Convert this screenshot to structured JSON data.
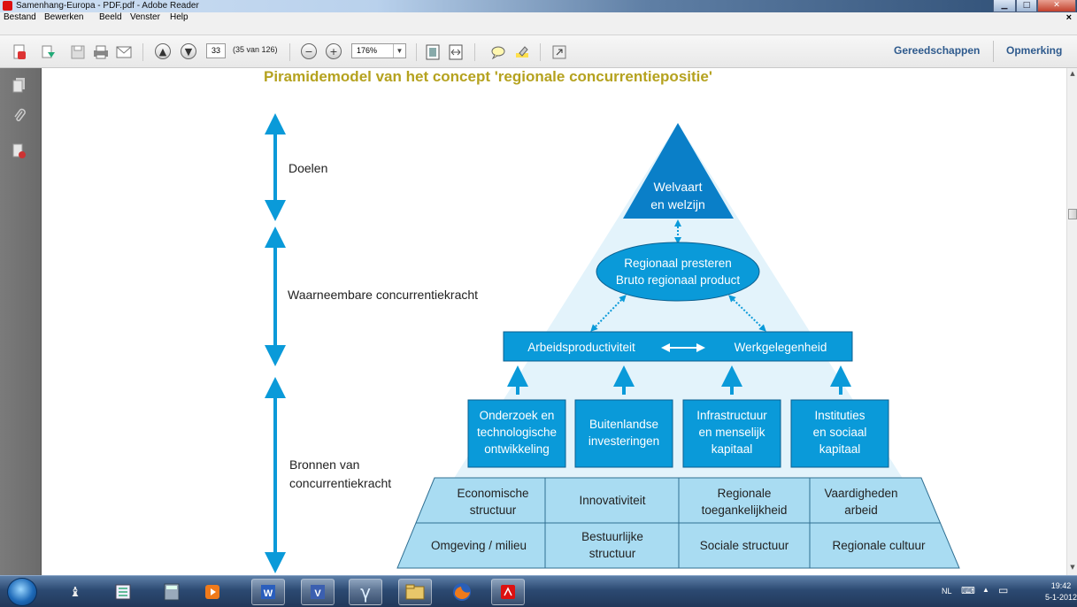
{
  "window": {
    "title": "Samenhang-Europa - PDF.pdf - Adobe Reader",
    "min_label": "▁",
    "max_label": "□",
    "close_label": "✕"
  },
  "menu": {
    "items": [
      "Bestand",
      "Bewerken",
      "Beeld",
      "Venster",
      "Help"
    ],
    "close": "×"
  },
  "toolbar": {
    "page_number": "33",
    "page_count": "(35 van 126)",
    "zoom": "176%",
    "tools_label": "Gereedschappen",
    "comment_label": "Opmerking"
  },
  "document": {
    "title": "Piramidemodel van het concept 'regionale concurrentiepositie'",
    "levels": {
      "goals": "Doelen",
      "observable": "Waarneembare concurrentiekracht",
      "sources_1": "Bronnen van",
      "sources_2": "concurrentiekracht"
    },
    "top": {
      "l1": "Welvaart",
      "l2": "en welzijn"
    },
    "ellipse": {
      "l1": "Regionaal presteren",
      "l2": "Bruto regionaal product"
    },
    "bar": {
      "left": "Arbeidsproductiviteit",
      "right": "Werkgelegenheid"
    },
    "boxes": [
      {
        "lines": [
          "Onderzoek en",
          "technologische",
          "ontwikkeling"
        ]
      },
      {
        "lines": [
          "Buitenlandse",
          "investeringen"
        ]
      },
      {
        "lines": [
          "Infrastructuur",
          "en menselijk",
          "kapitaal"
        ]
      },
      {
        "lines": [
          "Instituties",
          "en sociaal",
          "kapitaal"
        ]
      }
    ],
    "row1": [
      {
        "lines": [
          "Economische",
          "structuur"
        ]
      },
      {
        "lines": [
          "Innovativiteit"
        ]
      },
      {
        "lines": [
          "Regionale",
          "toegankelijkheid"
        ]
      },
      {
        "lines": [
          "Vaardigheden",
          "arbeid"
        ]
      }
    ],
    "row2": [
      {
        "lines": [
          "Omgeving / milieu"
        ]
      },
      {
        "lines": [
          "Bestuurlijke",
          "structuur"
        ]
      },
      {
        "lines": [
          "Sociale structuur"
        ]
      },
      {
        "lines": [
          "Regionale cultuur"
        ]
      }
    ]
  },
  "taskbar": {
    "lang": "NL",
    "time": "19:42",
    "date": "5-1-2012"
  },
  "colors": {
    "accent": "#0a9ad9",
    "light": "#a9dcf2",
    "pale": "#e3f3fb",
    "title": "#b5a21f"
  }
}
